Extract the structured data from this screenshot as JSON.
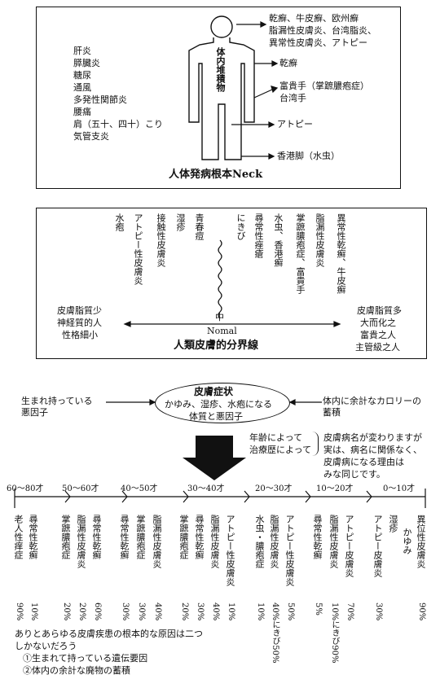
{
  "top_panel": {
    "left_list": [
      "肝炎",
      "膵臓炎",
      "糖尿",
      "通風",
      "多発性関節炎",
      "腰痛",
      "肩（五十、四十）こり",
      "気管支炎"
    ],
    "body_label": "体内堆積物",
    "right_labels": {
      "head": [
        "乾癬、牛皮癬、欧州癬",
        "脂漏性皮膚炎、台湾脂炎、",
        "異常性皮膚炎、アトピー"
      ],
      "arm": "乾癬",
      "hand": [
        "富貴手（掌蹠膿疱症）",
        "台湾手"
      ],
      "leg": "アトピー",
      "foot": "香港脚（水虫）"
    },
    "caption": "人体発病根本Neck"
  },
  "mid_panel": {
    "columns": [
      "水疱",
      "アトピー性皮膚炎",
      "接触性皮膚炎",
      "湿疹",
      "青春痘",
      "にきび",
      "尋常性痤瘡",
      "水虫、香港癬",
      "掌蹠膿疱症、富貴手",
      "脂漏性皮膚炎",
      "異常性乾癬、牛皮癬"
    ],
    "center_top": "中",
    "center_bottom": "Nomal",
    "left_note": [
      "皮膚脂質少",
      "神経質的人",
      "性格細小"
    ],
    "right_note": [
      "皮膚脂質多",
      "大而化之",
      "富貴之人",
      "主管級之人"
    ],
    "caption": "人類皮膚的分界線"
  },
  "cause_section": {
    "left_note": [
      "生まれ持っている",
      "悪因子"
    ],
    "oval": [
      "皮膚症状",
      "かゆみ、湿疹、水疱になる",
      "体質と悪因子"
    ],
    "right_note": [
      "体内に余計なカロリーの",
      "蓄積"
    ],
    "arrow_left": [
      "年齢によって",
      "治療歴によって"
    ],
    "arrow_right": [
      "皮膚病名が変わりますが",
      "実は、病名に関係なく、",
      "皮膚病になる理由は",
      "みな同じです。"
    ]
  },
  "age_groups": [
    {
      "age": "60〜80才",
      "items": [
        {
          "name": "老人性痒症",
          "pct": "90%"
        },
        {
          "name": "尋常性乾癬",
          "pct": "10%"
        }
      ]
    },
    {
      "age": "50〜60才",
      "items": [
        {
          "name": "掌蹠膿疱症",
          "pct": "20%"
        },
        {
          "name": "脂漏性皮膚炎",
          "pct": "20%"
        },
        {
          "name": "尋常性乾癬",
          "pct": "60%"
        }
      ]
    },
    {
      "age": "40〜50才",
      "items": [
        {
          "name": "尋常性乾癬",
          "pct": "30%"
        },
        {
          "name": "掌蹠膿疱症",
          "pct": "30%"
        },
        {
          "name": "脂漏性皮膚炎",
          "pct": "40%"
        }
      ]
    },
    {
      "age": "30〜40才",
      "items": [
        {
          "name": "掌蹠膿疱症",
          "pct": "20%"
        },
        {
          "name": "尋常性乾癬",
          "pct": "30%"
        },
        {
          "name": "脂漏性皮膚炎",
          "pct": "40%"
        },
        {
          "name": "アトピー性皮膚炎",
          "pct": "10%"
        }
      ]
    },
    {
      "age": "20〜30才",
      "items": [
        {
          "name": "水虫・膿疱症",
          "pct": "10%"
        },
        {
          "name": "脂漏性皮膚炎",
          "pct": "40%にきび50%"
        },
        {
          "name": "アトピー性皮膚炎",
          "pct": "50%"
        }
      ]
    },
    {
      "age": "10〜20才",
      "items": [
        {
          "name": "尋常性乾癬",
          "pct": "5%"
        },
        {
          "name": "脂漏性皮膚炎",
          "pct": "10%にきび90%"
        },
        {
          "name": "アトピー皮膚炎",
          "pct": "70%"
        }
      ]
    },
    {
      "age": "0〜10才",
      "items": [
        {
          "name": "アトピー皮膚炎",
          "pct": "30%"
        },
        {
          "name": "湿疹",
          "pct": ""
        },
        {
          "name": "かゆみ",
          "pct": ""
        },
        {
          "name": "異位性皮膚炎",
          "pct": "90%"
        }
      ]
    }
  ],
  "footer": {
    "lines": [
      "ありとあらゆる皮膚疾患の根本的な原因は二つ",
      "しかないだろう",
      "①生まれて持っている遺伝要因",
      "②体内の余計な廃物の蓄積"
    ]
  }
}
